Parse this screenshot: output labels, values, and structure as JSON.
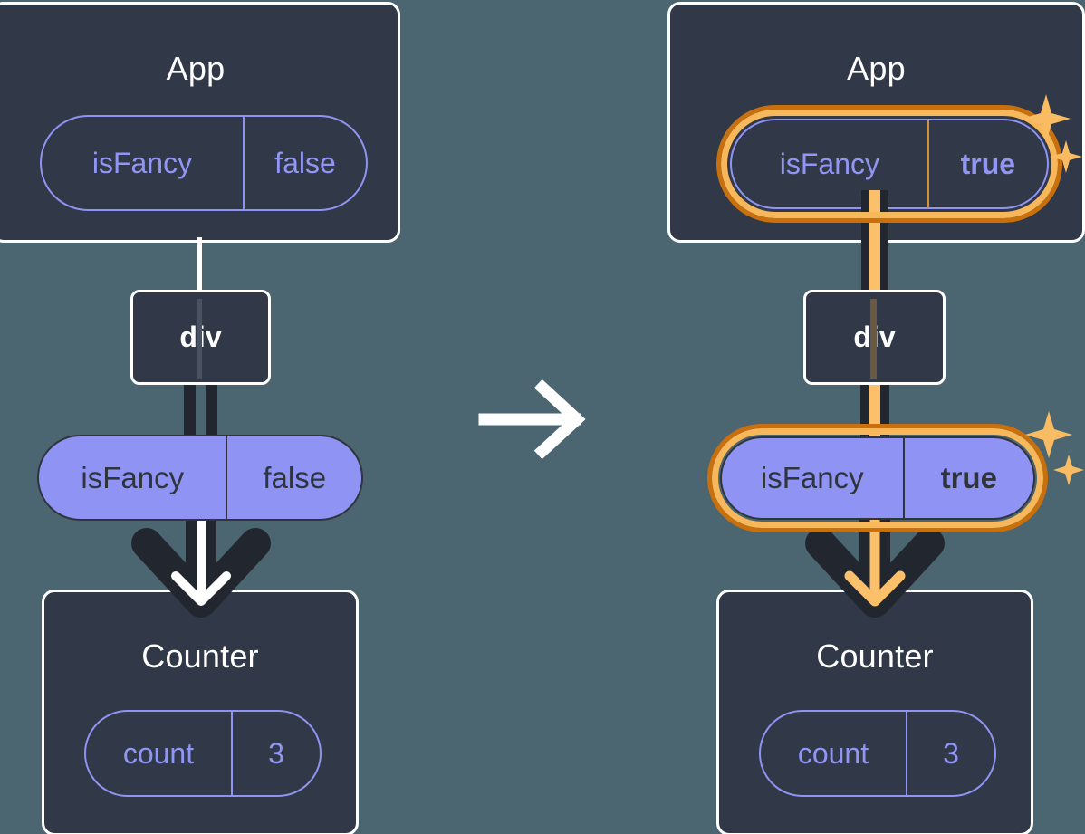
{
  "diagram": {
    "title_semantic": "react-state-propagation-before-after",
    "background_color": "#4b6670",
    "transition_icon": "right-arrow-icon",
    "panels": [
      {
        "id": "before",
        "app": {
          "label": "App",
          "state_pill": {
            "key": "isFancy",
            "value": "false",
            "highlighted": false,
            "style": "outline"
          }
        },
        "div": {
          "label": "div"
        },
        "prop_pill": {
          "key": "isFancy",
          "value": "false",
          "highlighted": false,
          "style": "solid"
        },
        "counter": {
          "label": "Counter",
          "state_pill": {
            "key": "count",
            "value": "3",
            "highlighted": false,
            "style": "outline"
          }
        },
        "connector_color": "#ffffff",
        "sparkles": false
      },
      {
        "id": "after",
        "app": {
          "label": "App",
          "state_pill": {
            "key": "isFancy",
            "value": "true",
            "highlighted": true,
            "style": "outline"
          }
        },
        "div": {
          "label": "div"
        },
        "prop_pill": {
          "key": "isFancy",
          "value": "true",
          "highlighted": true,
          "style": "solid"
        },
        "counter": {
          "label": "Counter",
          "state_pill": {
            "key": "count",
            "value": "3",
            "highlighted": false,
            "style": "outline"
          }
        },
        "connector_color": "#fbc069",
        "sparkles": true
      }
    ],
    "colors": {
      "background": "#4b6670",
      "node_fill": "#313847",
      "node_border": "#ffffff",
      "pill_purple": "#8e93f4",
      "pill_outline": "#8f93f2",
      "text_light": "#ffffff",
      "text_dark": "#2f343d",
      "highlight_inner": "#f7b85b",
      "highlight_outer": "#c8700e",
      "wire_dark": "#22262f",
      "wire_amber": "#fbc069",
      "sparkle": "#f9bc62"
    }
  }
}
